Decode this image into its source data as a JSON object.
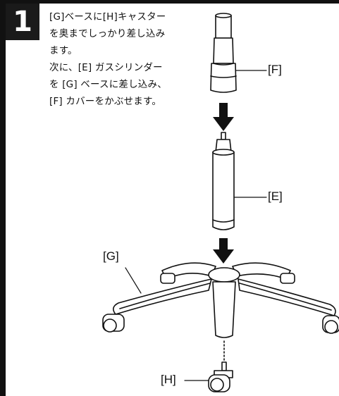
{
  "step": {
    "number": "1"
  },
  "instructions": {
    "lines": [
      "[G]ベースに[H]キャスター",
      "を奥までしっかり差し込み",
      "ます。",
      "次に、[E] ガスシリンダー",
      "を [G] ベースに差し込み、",
      "[F] カバーをかぶせます。"
    ]
  },
  "parts": {
    "cover": "[F]",
    "cylinder": "[E]",
    "base": "[G]",
    "caster": "[H]"
  },
  "icons": {
    "arrow": "down-arrow-icon"
  },
  "colors": {
    "ink": "#111111",
    "badge_bg": "#1a1a1a",
    "paper": "#ffffff"
  }
}
